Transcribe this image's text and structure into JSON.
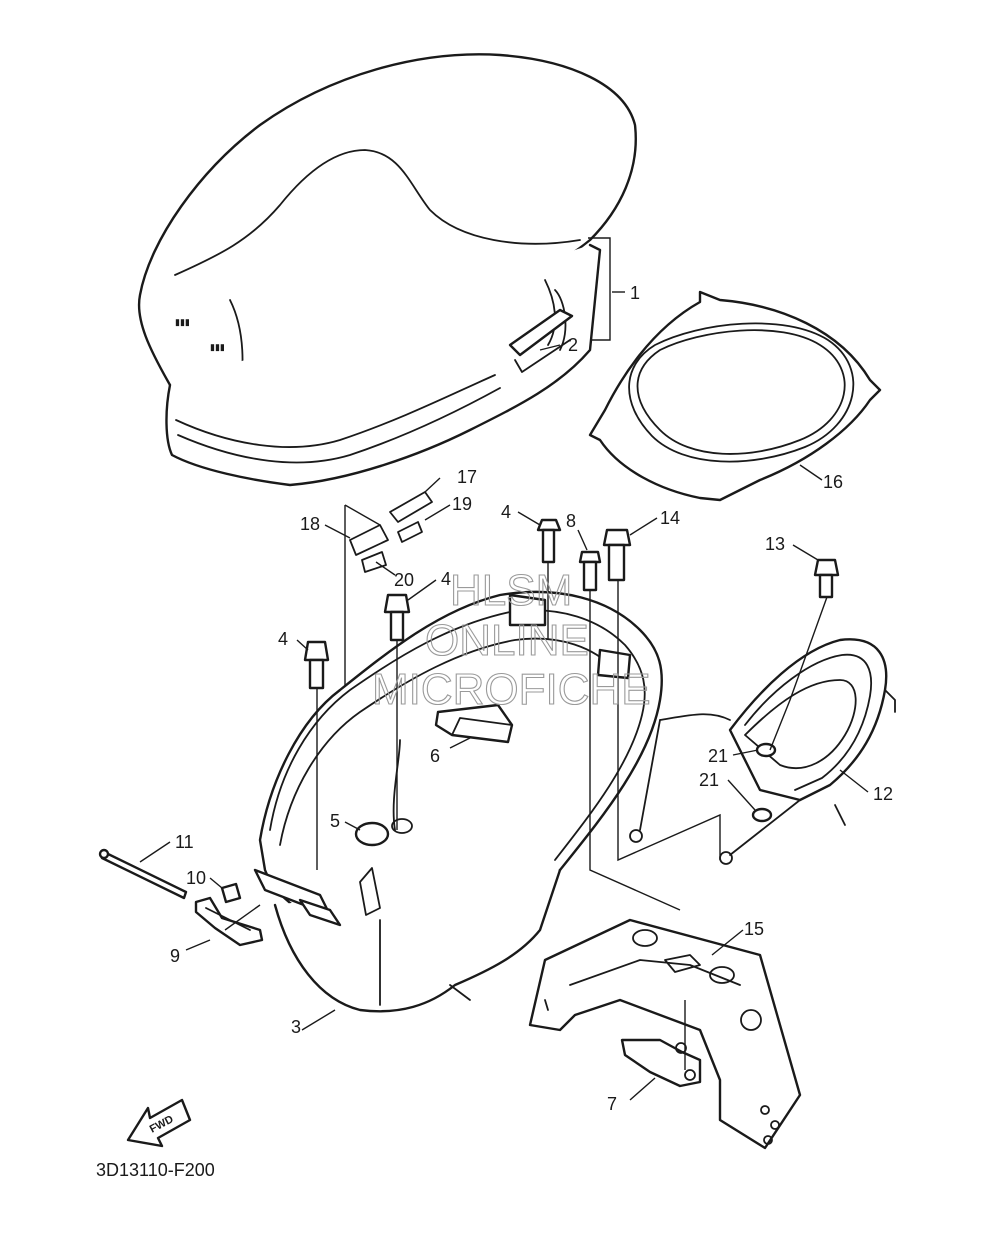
{
  "callouts": {
    "c1": "1",
    "c2": "2",
    "c3": "3",
    "c4a": "4",
    "c4b": "4",
    "c4c": "4",
    "c5": "5",
    "c6": "6",
    "c7": "7",
    "c8": "8",
    "c9": "9",
    "c10": "10",
    "c11": "11",
    "c12": "12",
    "c13": "13",
    "c14": "14",
    "c15": "15",
    "c16": "16",
    "c17": "17",
    "c18": "18",
    "c19": "19",
    "c20": "20",
    "c21a": "21",
    "c21b": "21"
  },
  "fwd_label": "FWD",
  "diagram_code": "3D13110-F200",
  "watermark": {
    "line1": "HLSM",
    "line2": "ONLINE",
    "line3": "MICROFICHE"
  }
}
